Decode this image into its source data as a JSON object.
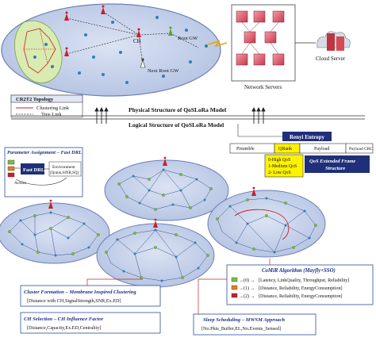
{
  "colors": {
    "field": "#bcc9e6",
    "field_edge": "#6b7fb5",
    "cluster": "#d8ebb0",
    "accent_red": "#c8202a",
    "accent_blue": "#1d2f86",
    "navy_box": "#1f2f7a",
    "yellow": "#fff200",
    "node_green": "#79c142",
    "node_blue": "#2e7fb8"
  },
  "physical": {
    "ch_label": "CH",
    "root_gw_label": "Root GW",
    "next_root_gw_label": "Next Root GW",
    "network_servers_label": "Network Servers",
    "cloud_server_label": "Cloud Server"
  },
  "legend_topology": {
    "title": "CR2T2 Topology",
    "clustering_link": "Clustering Link",
    "tree_link": "Tree Link"
  },
  "structure_labels": {
    "physical": "Physical Structure of QoSLoRa Model",
    "logical": "Logical Structure of QoSLoRa Model"
  },
  "frame": {
    "renyi_title": "Renyi Entropy",
    "fields": [
      "Preamble",
      "QRank",
      "Payload",
      "Payload CRC"
    ],
    "qos_levels": [
      "0-High QoS",
      "1-Medium QoS",
      "2- Low QoS"
    ],
    "extended_label": "QoS Extended Frame Structure"
  },
  "param_panel": {
    "title": "Parameter Assignment – Fast DRL",
    "drl_label": "Fast DRL",
    "environment_label": "Environment",
    "env_params": "[Qrank,SINR,SQ]",
    "action_label": "Action"
  },
  "comir": {
    "title": "CoMiR Algorithm (Mayfly+SSO)",
    "rows": [
      {
        "code": "→(0) →",
        "text": "[Latency, LinkQuality, Throughput, Reliability]"
      },
      {
        "code": "→(1) →",
        "text": "[Distance, Reliability, EnergyConsumption]"
      },
      {
        "code": "→(2) →",
        "text": "[Distance, Reliability, EnergyConsumption]"
      }
    ]
  },
  "cluster_formation": {
    "title": "Cluster Formation – Membrane Inspired Clustering",
    "params": "[Distance with CH,SignalStrength,SNR,Ex.ED]"
  },
  "ch_selection": {
    "title": "CH Selection – CH Influence Factor",
    "params": "[Distance,Capacity,Ex.ED,Centrality]"
  },
  "sleep": {
    "title": "Sleep Scheduling – MWSM Approach",
    "params": "[No.Pkts_Buffer,EL,No.Events_Sensed]"
  }
}
